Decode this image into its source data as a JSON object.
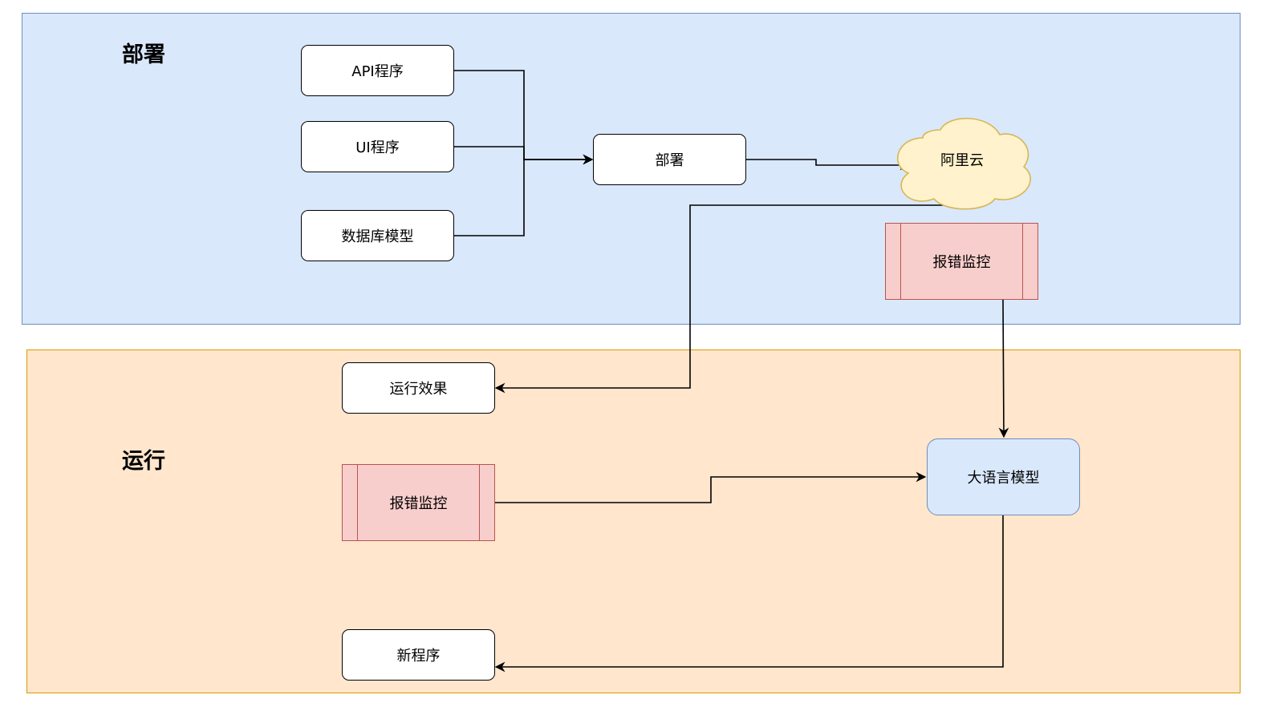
{
  "lanes": {
    "deploy": {
      "title": "部署"
    },
    "run": {
      "title": "运行"
    }
  },
  "nodes": {
    "api_program": "API程序",
    "ui_program": "UI程序",
    "db_model": "数据库模型",
    "deploy": "部署",
    "aliyun": "阿里云",
    "error_monitor_deploy": "报错监控",
    "run_effect": "运行效果",
    "error_monitor_run": "报错监控",
    "llm": "大语言模型",
    "new_program": "新程序"
  },
  "edges": [
    {
      "from": "API程序",
      "to": "部署"
    },
    {
      "from": "UI程序",
      "to": "部署"
    },
    {
      "from": "数据库模型",
      "to": "部署"
    },
    {
      "from": "部署",
      "to": "阿里云"
    },
    {
      "from": "阿里云",
      "to": "运行效果"
    },
    {
      "from": "报错监控",
      "to": "大语言模型"
    },
    {
      "from": "报错监控",
      "to": "大语言模型"
    },
    {
      "from": "大语言模型",
      "to": "新程序"
    }
  ],
  "colors": {
    "deploy_lane_fill": "#dae8fc",
    "deploy_lane_stroke": "#6c8ebf",
    "run_lane_fill": "#ffe6cc",
    "run_lane_stroke": "#d79b00",
    "process_fill": "#f8cecc",
    "process_stroke": "#b85450",
    "cloud_fill": "#fff2cc",
    "cloud_stroke": "#d6b656",
    "llm_fill": "#dae8fc",
    "llm_stroke": "#6c8ebf"
  }
}
